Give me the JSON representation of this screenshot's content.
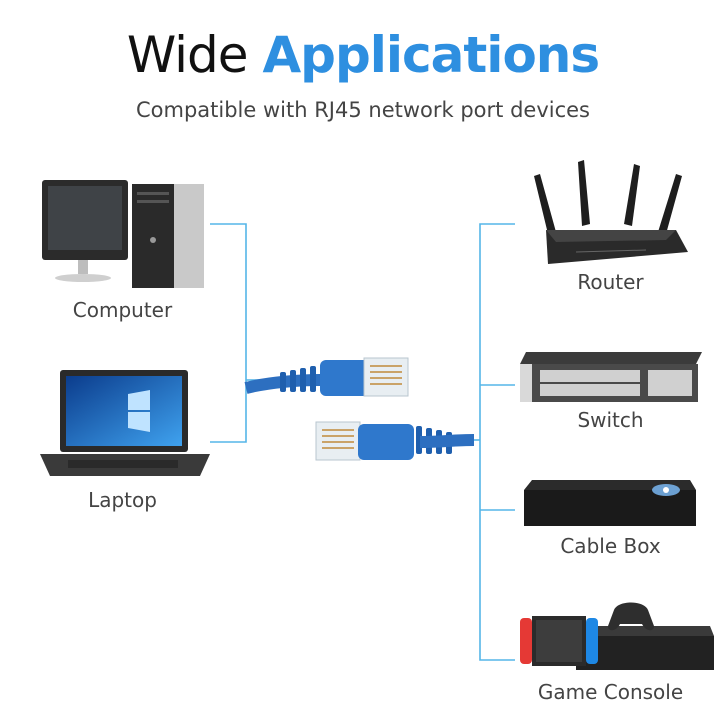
{
  "header": {
    "title_part1": "Wide",
    "title_part2": "Applications",
    "subtitle": "Compatible with RJ45 network port devices"
  },
  "colors": {
    "accent": "#2e8fe0",
    "line": "#55b5e8",
    "cable": "#2d6fc0"
  },
  "devices_left": [
    {
      "label": "Computer",
      "icon": "desktop-computer-icon"
    },
    {
      "label": "Laptop",
      "icon": "laptop-icon"
    }
  ],
  "devices_right": [
    {
      "label": "Router",
      "icon": "router-icon"
    },
    {
      "label": "Switch",
      "icon": "network-switch-icon"
    },
    {
      "label": "Cable Box",
      "icon": "cable-box-icon"
    },
    {
      "label": "Game Console",
      "icon": "game-console-icon"
    }
  ],
  "center": {
    "icon": "ethernet-cable-icon"
  }
}
